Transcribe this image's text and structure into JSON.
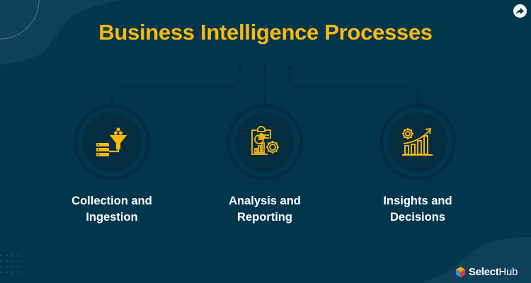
{
  "title": "Business Intelligence Processes",
  "colors": {
    "background": "#02364d",
    "accent": "#fbb90f",
    "circle": "#052d40",
    "text": "#ffffff"
  },
  "steps": [
    {
      "line1": "Collection and",
      "line2": "Ingestion",
      "icon": "funnel-database-icon"
    },
    {
      "line1": "Analysis and",
      "line2": "Reporting",
      "icon": "clipboard-chart-gear-icon"
    },
    {
      "line1": "Insights and",
      "line2": "Decisions",
      "icon": "growth-chart-gear-icon"
    }
  ],
  "share": {
    "icon": "share-arrow-icon"
  },
  "brand": {
    "bold": "Select",
    "light": "Hub"
  }
}
